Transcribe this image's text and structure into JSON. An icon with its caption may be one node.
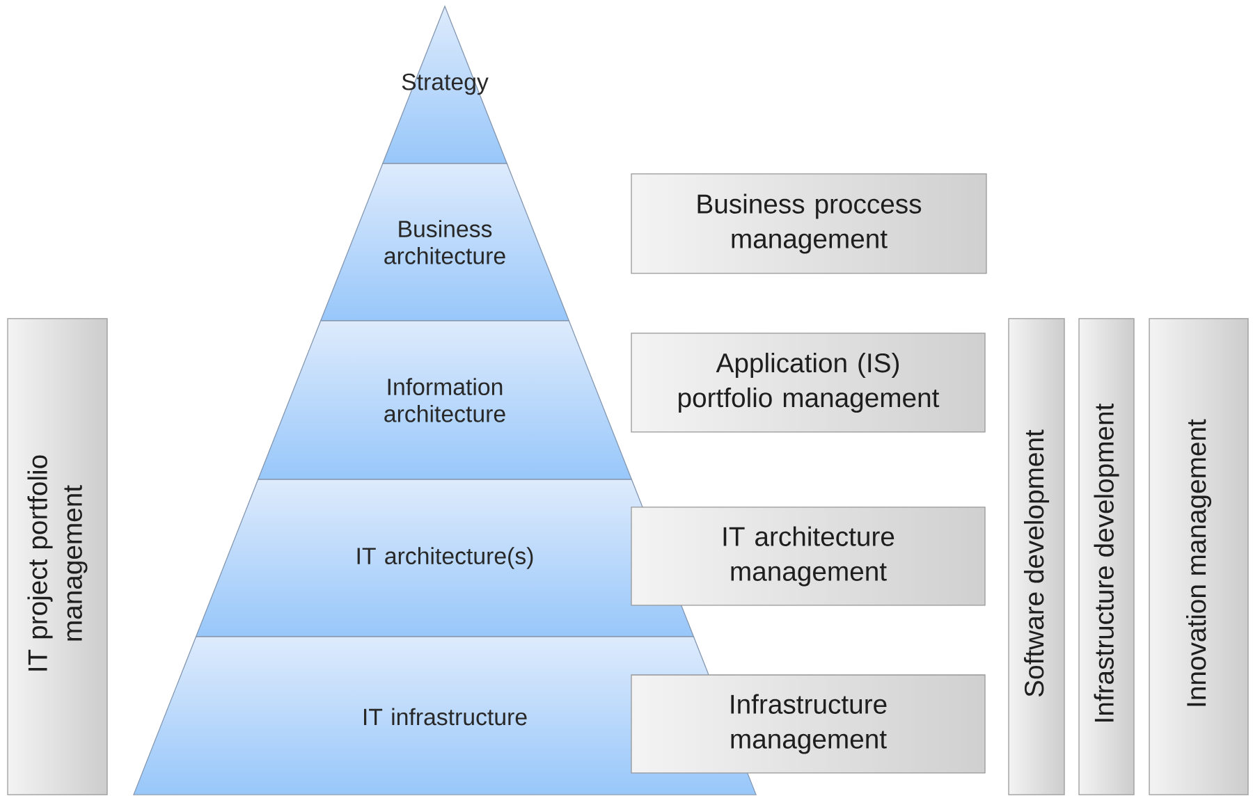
{
  "diagram": {
    "nodes": [
      {
        "text": [
          "Strategy"
        ]
      },
      {
        "text": [
          "Business architecture"
        ]
      },
      {
        "text": [
          "Information architecture"
        ]
      },
      {
        "text": [
          "IT architecture(s)"
        ]
      },
      {
        "text": [
          "IT infrastructure"
        ]
      },
      {
        "text": [
          "Business proccess management"
        ]
      },
      {
        "text": [
          "Application (IS) portfolio management"
        ]
      },
      {
        "text": [
          "IT architecture management"
        ]
      },
      {
        "text": [
          "Infrastructure management"
        ]
      },
      {
        "text": [
          "IT project portfolio management"
        ]
      },
      {
        "text": [
          "Software development"
        ]
      },
      {
        "text": [
          "Infrastructure development"
        ]
      },
      {
        "text": [
          "Innovation management"
        ]
      }
    ]
  }
}
